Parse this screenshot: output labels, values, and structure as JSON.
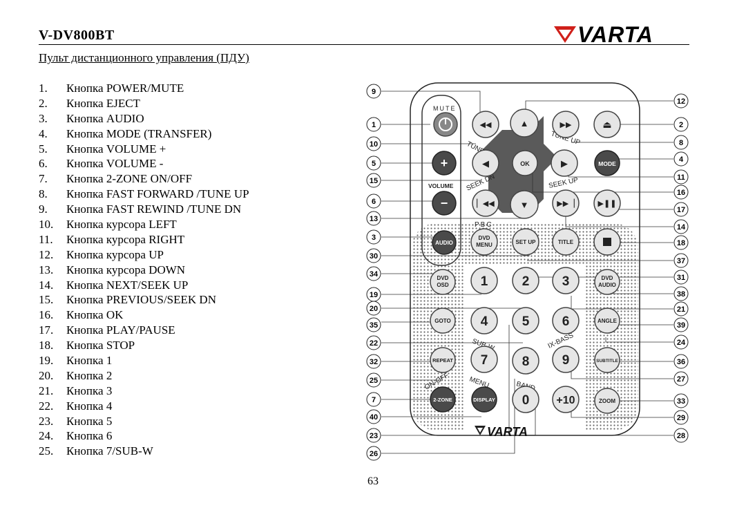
{
  "header": {
    "model": "V-DV800BT",
    "brand": "VARTA",
    "subtitle": "Пульт дистанционного управления (ПДУ)"
  },
  "items": [
    {
      "num": "1.",
      "text": "Кнопка POWER/MUTE"
    },
    {
      "num": "2.",
      "text": "Кнопка EJECT"
    },
    {
      "num": "3.",
      "text": "Кнопка AUDIO"
    },
    {
      "num": "4.",
      "text": "Кнопка MODE (TRANSFER)"
    },
    {
      "num": "5.",
      "text": "Кнопка VOLUME +"
    },
    {
      "num": "6.",
      "text": "Кнопка VOLUME -"
    },
    {
      "num": "7.",
      "text": "Кнопка 2-ZONE ON/OFF"
    },
    {
      "num": "8.",
      "text": "Кнопка FAST FORWARD /TUNE UP"
    },
    {
      "num": "9.",
      "text": "Кнопка FAST REWIND /TUNE DN"
    },
    {
      "num": "10.",
      "text": "Кнопка курсора LEFT"
    },
    {
      "num": "11.",
      "text": "Кнопка курсора RIGHT"
    },
    {
      "num": "12.",
      "text": "Кнопка курсора UP"
    },
    {
      "num": "13.",
      "text": "Кнопка курсора DOWN"
    },
    {
      "num": "14.",
      "text": "Кнопка NEXT/SEEK UP"
    },
    {
      "num": "15.",
      "text": "Кнопка PREVIOUS/SEEK DN"
    },
    {
      "num": "16.",
      "text": "Кнопка OK"
    },
    {
      "num": "17.",
      "text": "Кнопка PLAY/PAUSE"
    },
    {
      "num": "18.",
      "text": "Кнопка STOP"
    },
    {
      "num": "19.",
      "text": "Кнопка 1"
    },
    {
      "num": "20.",
      "text": "Кнопка 2"
    },
    {
      "num": "21.",
      "text": "Кнопка 3"
    },
    {
      "num": "22.",
      "text": "Кнопка 4"
    },
    {
      "num": "23.",
      "text": "Кнопка 5"
    },
    {
      "num": "24.",
      "text": "Кнопка 6"
    },
    {
      "num": "25.",
      "text": "Кнопка 7/SUB-W"
    }
  ],
  "remote": {
    "labels": {
      "mute": "MUTE",
      "volume": "VOLUME",
      "tune_dn": "TUNE DN",
      "tune_up": "TUNE UP",
      "seek_dn": "SEEK DN",
      "seek_up": "SEEK UP",
      "pbc": "PBC",
      "sub_w": "SUB-W",
      "ix_bass": "IX-BASS",
      "on_off": "ON-OFF",
      "menu": "MENU",
      "band": "BAND",
      "logo": "VARTA"
    },
    "buttons": {
      "ok": "OK",
      "mode": "MODE",
      "audio": "AUDIO",
      "dvd_menu_1": "DVD",
      "dvd_menu_2": "MENU",
      "setup": "SET UP",
      "title": "TITLE",
      "dvd_osd_1": "DVD",
      "dvd_osd_2": "OSD",
      "dvd_audio_1": "DVD",
      "dvd_audio_2": "AUDIO",
      "goto": "GOTO",
      "angle": "ANGLE",
      "repeat": "REPEAT",
      "subtitle": "SUBTITLE",
      "two_zone": "2-ZONE",
      "display": "DISPLAY",
      "zoom": "ZOOM",
      "n1": "1",
      "n2": "2",
      "n3": "3",
      "n4": "4",
      "n5": "5",
      "n6": "6",
      "n7": "7",
      "n8": "8",
      "n9": "9",
      "n0": "0",
      "p10": "+10"
    },
    "callouts": {
      "c1": "1",
      "c2": "2",
      "c3": "3",
      "c4": "4",
      "c5": "5",
      "c6": "6",
      "c7": "7",
      "c8": "8",
      "c9": "9",
      "c10": "10",
      "c11": "11",
      "c12": "12",
      "c13": "13",
      "c14": "14",
      "c15": "15",
      "c16": "16",
      "c17": "17",
      "c18": "18",
      "c19": "19",
      "c20": "20",
      "c21": "21",
      "c22": "22",
      "c23": "23",
      "c24": "24",
      "c25": "25",
      "c26": "26",
      "c27": "27",
      "c28": "28",
      "c29": "29",
      "c30": "30",
      "c31": "31",
      "c32": "32",
      "c33": "33",
      "c34": "34",
      "c35": "35",
      "c36": "36",
      "c37": "37",
      "c38": "38",
      "c39": "39",
      "c40": "40"
    }
  },
  "colors": {
    "brand_red": "#d0201a",
    "button_dark": "#4a4a4a",
    "button_light": "#e6e6e6"
  },
  "footer": {
    "page_number": "63"
  }
}
